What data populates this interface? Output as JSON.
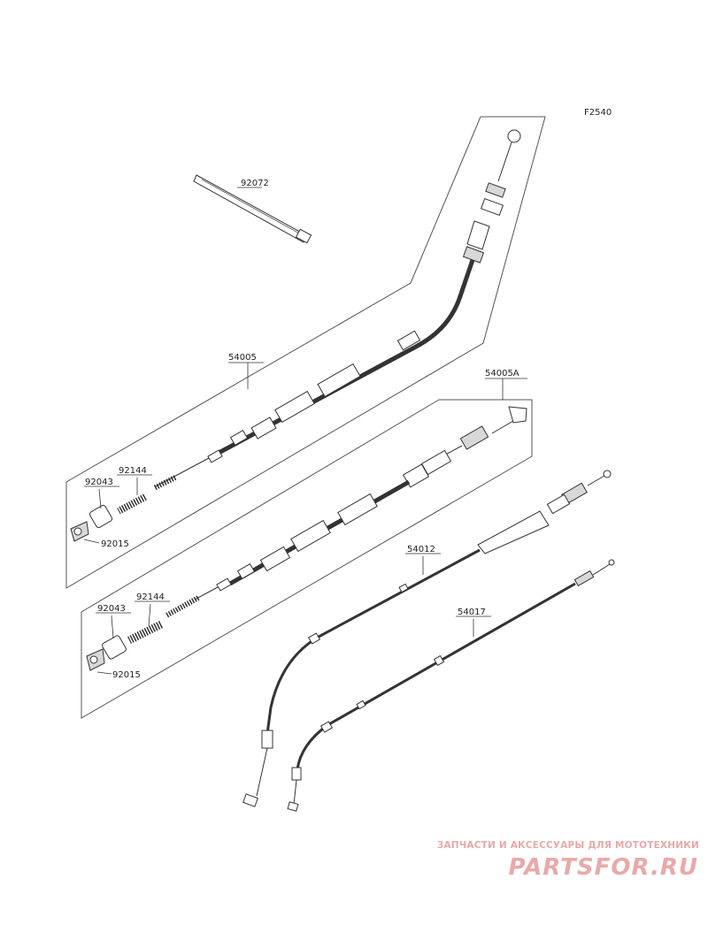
{
  "figure_code": "F2540",
  "part_labels": {
    "p92072": "92072",
    "p54005": "54005",
    "p54005A": "54005A",
    "p92144_a": "92144",
    "p92043_a": "92043",
    "p92015_a": "92015",
    "p92144_b": "92144",
    "p92043_b": "92043",
    "p92015_b": "92015",
    "p54012": "54012",
    "p54017": "54017"
  },
  "watermark": {
    "caption": "ЗАПЧАСТИ И АКСЕССУАРЫ ДЛЯ МОТОТЕХНИКИ",
    "logo_text": "PARTSFOR.RU"
  },
  "colors": {
    "line": "#333333",
    "watermark": "#e8a9a9"
  }
}
